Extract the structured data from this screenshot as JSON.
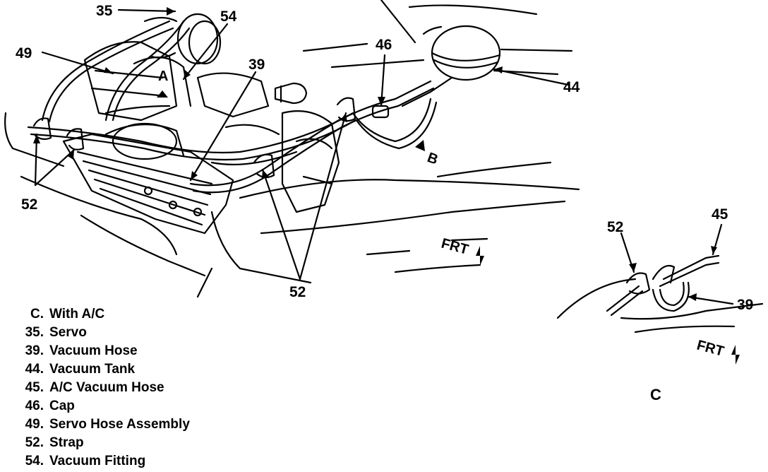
{
  "callouts": {
    "c35": "35",
    "c54": "54",
    "c49": "49",
    "c39": "39",
    "c46": "46",
    "c44": "44",
    "c52_left": "52",
    "c52_center": "52",
    "c52_detail": "52",
    "c45": "45",
    "c39_detail": "39",
    "view_a": "A",
    "view_b": "B",
    "frt_main": "FRT",
    "frt_detail": "FRT"
  },
  "detail_view_label": "C",
  "legend": [
    {
      "num": "C.",
      "text": "With A/C"
    },
    {
      "num": "35.",
      "text": "Servo"
    },
    {
      "num": "39.",
      "text": "Vacuum Hose"
    },
    {
      "num": "44.",
      "text": "Vacuum Tank"
    },
    {
      "num": "45.",
      "text": "A/C Vacuum Hose"
    },
    {
      "num": "46.",
      "text": "Cap"
    },
    {
      "num": "49.",
      "text": "Servo Hose Assembly"
    },
    {
      "num": "52.",
      "text": "Strap"
    },
    {
      "num": "54.",
      "text": "Vacuum Fitting"
    }
  ]
}
